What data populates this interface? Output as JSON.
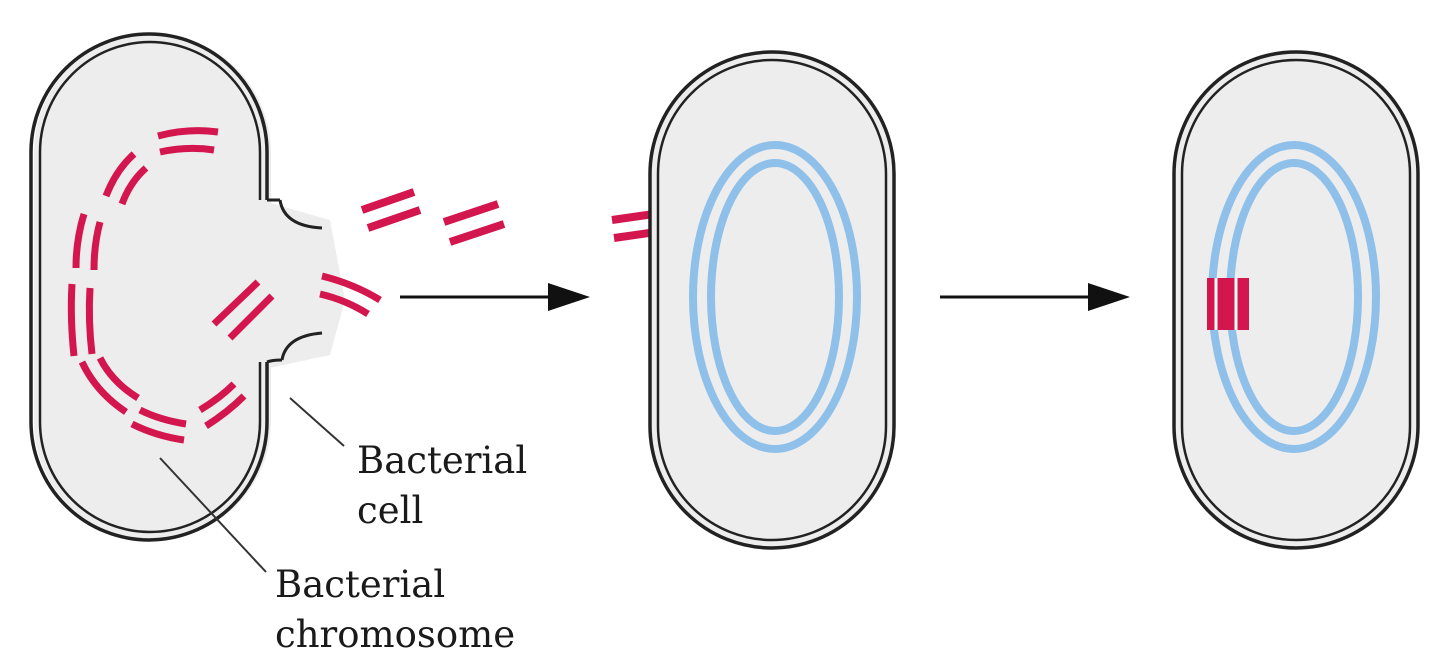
{
  "labels": {
    "bacterial_cell": [
      "Bacterial",
      "cell"
    ],
    "bacterial_chromosome": [
      "Bacterial",
      "chromosome"
    ]
  },
  "colors": {
    "dna_fragment": "#d3164e",
    "recipient_chromosome": "#8ec0ea",
    "cell_fill": "#ededed",
    "cell_wall": "#222222",
    "arrow": "#111111"
  }
}
